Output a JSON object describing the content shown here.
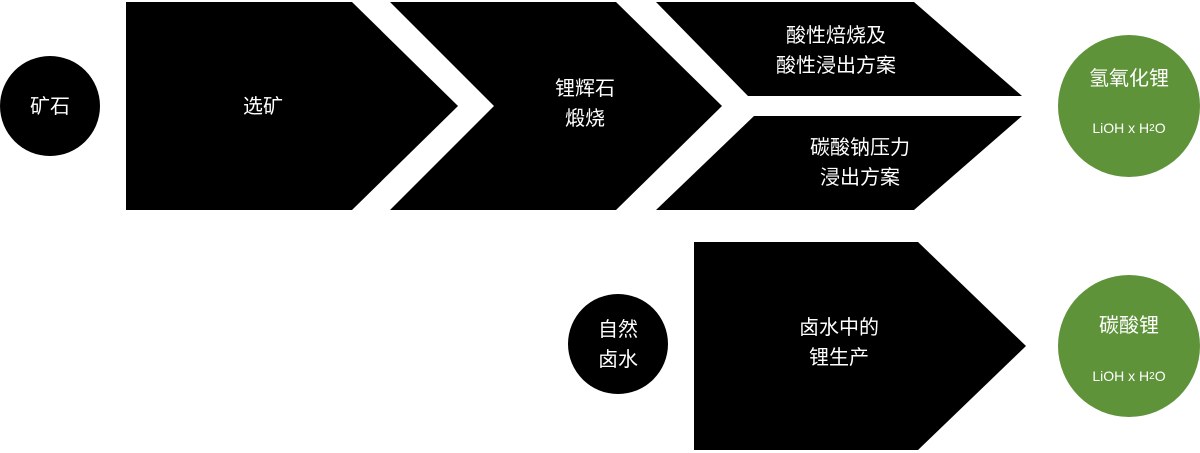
{
  "flow_top": {
    "start_circle": "矿石",
    "steps": [
      "选矿",
      "锂辉石\n煅烧"
    ],
    "branch_upper": "酸性焙烧及\n酸性浸出方案",
    "branch_lower": "碳酸钠压力\n浸出方案",
    "product": {
      "name": "氢氧化锂",
      "formula_prefix": "LiOH x H",
      "formula_sub": "2",
      "formula_suffix": "O"
    }
  },
  "flow_bottom": {
    "start_circle": "自然\n卤水",
    "step": "卤水中的\n锂生产",
    "product": {
      "name": "碳酸锂",
      "formula_prefix": "LiOH x H",
      "formula_sub": "2",
      "formula_suffix": "O"
    }
  },
  "colors": {
    "shape_fill": "#000000",
    "product_fill": "#5f933a",
    "text": "#ffffff"
  }
}
